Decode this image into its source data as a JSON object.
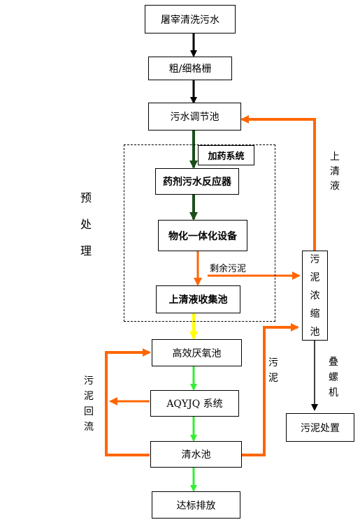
{
  "boxes": {
    "raw_water": "屠宰清洗污水",
    "grid": "粗/细格栅",
    "regulating_tank": "污水调节池",
    "dosing_system": "加药系统",
    "reactor": "药剂污水反应器",
    "physchem_unit": "物化一体化设备",
    "supernatant_tank": "上清液收集池",
    "anaerobic_tank": "高效厌氧池",
    "aqyjq_system": "AQYJQ 系统",
    "clear_water_tank": "清水池",
    "discharge": "达标排放",
    "sludge_thickener": "污泥浓缩池",
    "sludge_disposal": "污泥处置"
  },
  "labels": {
    "pretreatment": "预处理",
    "supernatant": "上清液",
    "excess_sludge": "剩余污泥",
    "sludge": "污泥",
    "sludge_reflux": "污泥回流",
    "screw_press": "叠螺机"
  },
  "colors": {
    "black_flow": "#000000",
    "dark_green_flow": "#1b4d1b",
    "orange_flow": "#ff6600",
    "yellow_flow": "#ffff00",
    "green_flow": "#33ee33"
  }
}
